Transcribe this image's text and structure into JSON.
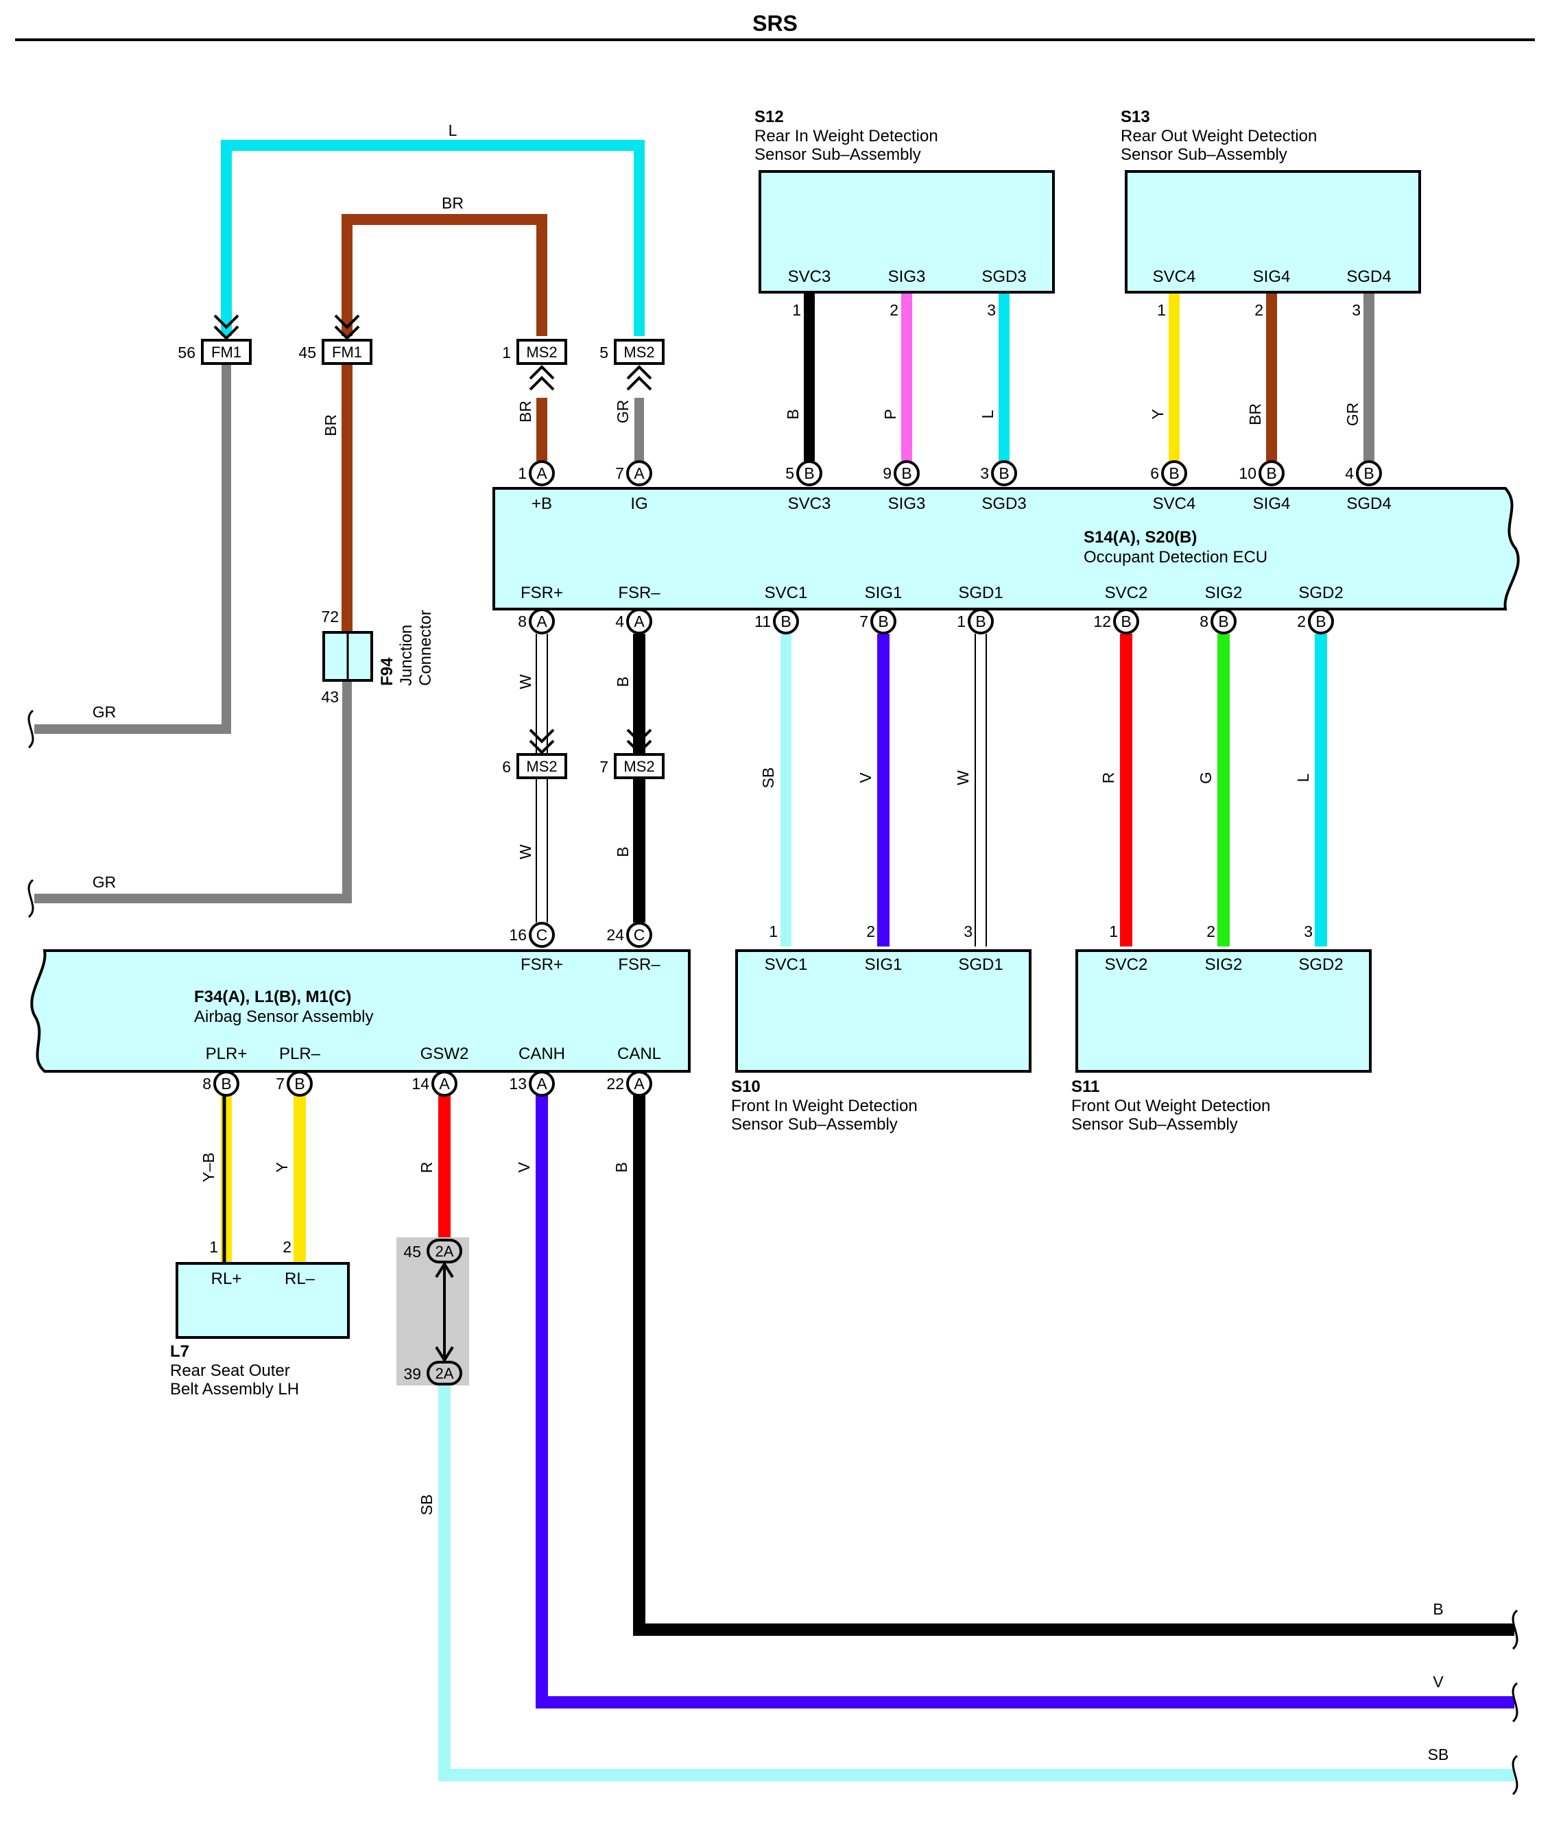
{
  "title": "SRS",
  "colors": {
    "L": "#00e5ee",
    "SB": "#a6f9f9",
    "BR": "#9b3a0e",
    "GR": "#808080",
    "B": "#000000",
    "P": "#ff66ee",
    "Y": "#ffe600",
    "V": "#4400ff",
    "W": "#ffffff",
    "R": "#ff0000",
    "G": "#22ee11",
    "box": "#ccffff",
    "splice": "#cccccc"
  },
  "components": {
    "s12": {
      "id": "S12",
      "name1": "Rear In Weight Detection",
      "name2": "Sensor Sub–Assembly",
      "pins": [
        "SVC3",
        "SIG3",
        "SGD3"
      ],
      "nums": [
        "1",
        "2",
        "3"
      ]
    },
    "s13": {
      "id": "S13",
      "name1": "Rear Out Weight Detection",
      "name2": "Sensor Sub–Assembly",
      "pins": [
        "SVC4",
        "SIG4",
        "SGD4"
      ],
      "nums": [
        "1",
        "2",
        "3"
      ]
    },
    "ecu": {
      "id": "S14(A), S20(B)",
      "name": "Occupant Detection ECU",
      "top_pins": [
        "+B",
        "IG",
        "SVC3",
        "SIG3",
        "SGD3",
        "SVC4",
        "SIG4",
        "SGD4"
      ],
      "top_nums": [
        "1",
        "7",
        "5",
        "9",
        "3",
        "6",
        "10",
        "4"
      ],
      "top_conn": [
        "A",
        "A",
        "B",
        "B",
        "B",
        "B",
        "B",
        "B"
      ],
      "bot_pins": [
        "FSR+",
        "FSR–",
        "SVC1",
        "SIG1",
        "SGD1",
        "SVC2",
        "SIG2",
        "SGD2"
      ],
      "bot_nums": [
        "8",
        "4",
        "11",
        "7",
        "1",
        "12",
        "8",
        "2"
      ],
      "bot_conn": [
        "A",
        "A",
        "B",
        "B",
        "B",
        "B",
        "B",
        "B"
      ]
    },
    "airbag": {
      "id": "F34(A), L1(B), M1(C)",
      "name": "Airbag Sensor Assembly",
      "top_pins": [
        "FSR+",
        "FSR–"
      ],
      "top_nums": [
        "16",
        "24"
      ],
      "top_conn": [
        "C",
        "C"
      ],
      "bot_pins": [
        "PLR+",
        "PLR–",
        "GSW2",
        "CANH",
        "CANL"
      ],
      "bot_nums": [
        "8",
        "7",
        "14",
        "13",
        "22"
      ],
      "bot_conn": [
        "B",
        "B",
        "A",
        "A",
        "A"
      ]
    },
    "s10": {
      "id": "S10",
      "name1": "Front In Weight Detection",
      "name2": "Sensor Sub–Assembly",
      "pins": [
        "SVC1",
        "SIG1",
        "SGD1"
      ],
      "nums": [
        "1",
        "2",
        "3"
      ]
    },
    "s11": {
      "id": "S11",
      "name1": "Front Out Weight Detection",
      "name2": "Sensor Sub–Assembly",
      "pins": [
        "SVC2",
        "SIG2",
        "SGD2"
      ],
      "nums": [
        "1",
        "2",
        "3"
      ]
    },
    "l7": {
      "id": "L7",
      "name1": "Rear Seat Outer",
      "name2": "Belt Assembly LH",
      "pins": [
        "RL+",
        "RL–"
      ],
      "nums": [
        "1",
        "2"
      ]
    },
    "f94": {
      "id": "F94",
      "name1": "Junction",
      "name2": "Connector",
      "pin_top": "72",
      "pin_bot": "43"
    }
  },
  "connectors": {
    "fm1_a": {
      "tag": "FM1",
      "pin": "56"
    },
    "fm1_b": {
      "tag": "FM1",
      "pin": "45"
    },
    "ms2_a": {
      "tag": "MS2",
      "pin": "1"
    },
    "ms2_b": {
      "tag": "MS2",
      "pin": "5"
    },
    "ms2_c": {
      "tag": "MS2",
      "pin": "6"
    },
    "ms2_d": {
      "tag": "MS2",
      "pin": "7"
    },
    "j2a_a": {
      "tag": "2A",
      "pin": "45"
    },
    "j2a_b": {
      "tag": "2A",
      "pin": "39"
    }
  },
  "wire_labels": {
    "top_l": "L",
    "top_br": "BR",
    "fm1b_br": "BR",
    "ms2a_br": "BR",
    "ms2b_gr": "GR",
    "gr_upper": "GR",
    "gr_lower": "GR",
    "s12_1": "B",
    "s12_2": "P",
    "s12_3": "L",
    "s13_1": "Y",
    "s13_2": "BR",
    "s13_3": "GR",
    "fsrp_up": "W",
    "fsrm_up": "B",
    "fsrp_lo": "W",
    "fsrm_lo": "B",
    "s10_1": "SB",
    "s10_2": "V",
    "s10_3": "W",
    "s11_1": "R",
    "s11_2": "G",
    "s11_3": "L",
    "plrp": "Y–B",
    "plrm": "Y",
    "gsw2": "R",
    "canh": "V",
    "canl": "B",
    "sb_vert": "SB",
    "out_b": "B",
    "out_v": "V",
    "out_sb": "SB"
  }
}
